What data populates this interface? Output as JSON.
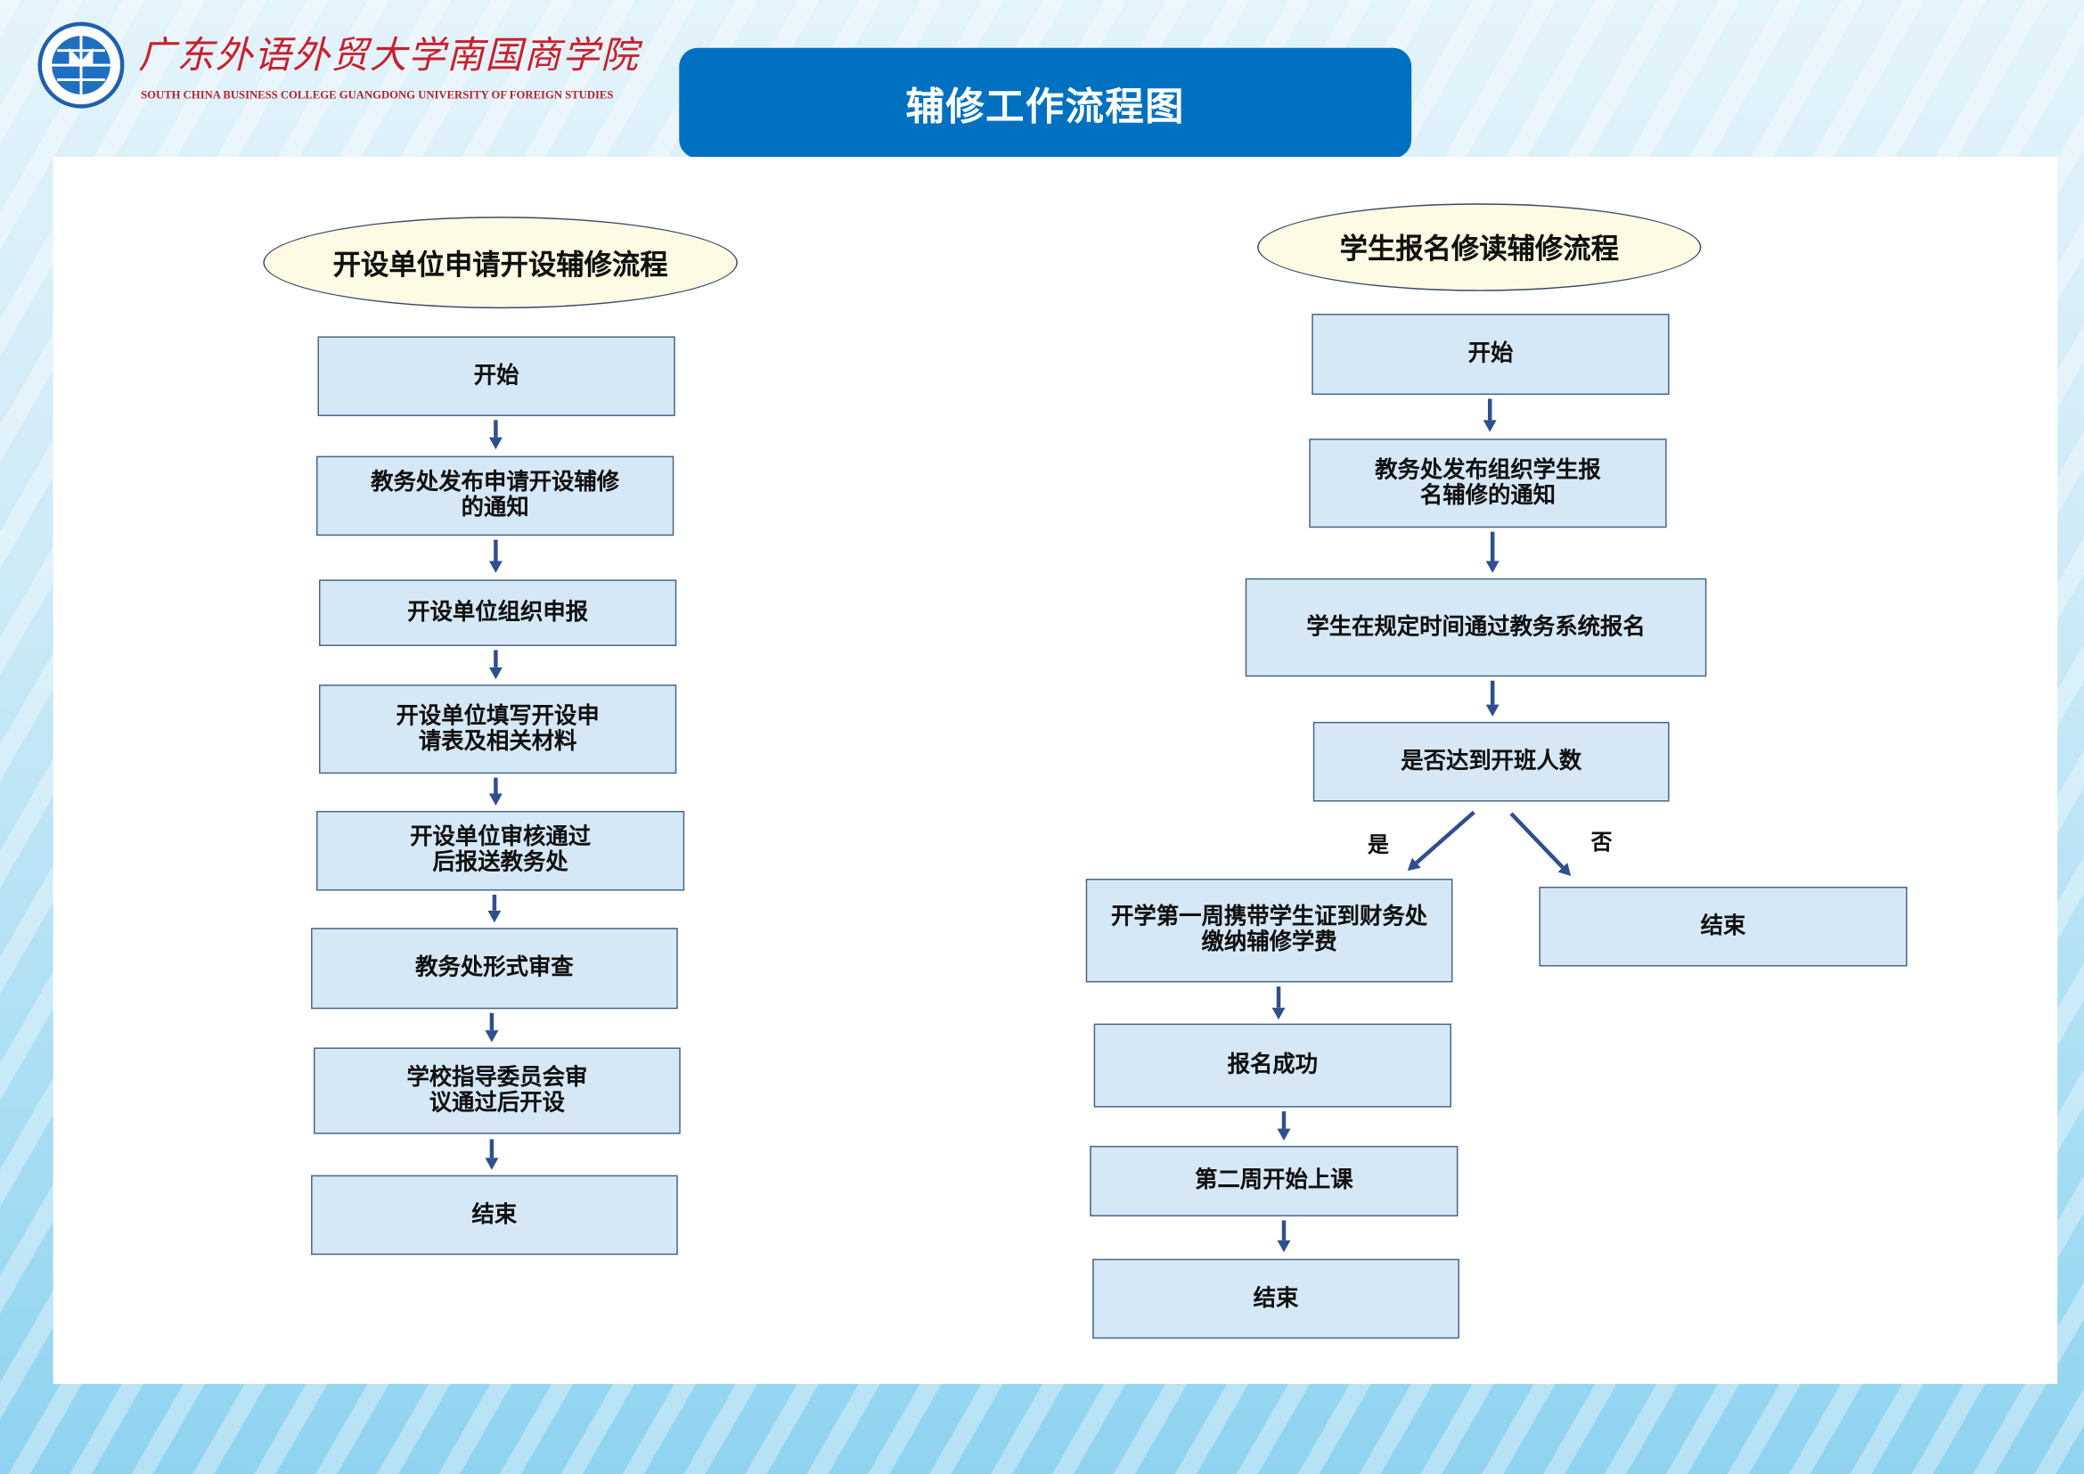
{
  "header": {
    "college_name_cn": "广东外语外贸大学南国商学院",
    "college_name_en": "SOUTH CHINA BUSINESS COLLEGE GUANGDONG UNIVERSITY OF FOREIGN STUDIES",
    "title": "辅修工作流程图"
  },
  "left_flow": {
    "title": "开设单位申请开设辅修流程",
    "steps": [
      "开始",
      "教务处发布申请开设辅修的通知",
      "开设单位组织申报",
      "开设单位填写开设申请表及相关材料",
      "开设单位审核通过后报送教务处",
      "教务处形式审查",
      "学校指导委员会审议通过后开设",
      "结束"
    ]
  },
  "right_flow": {
    "title": "学生报名修读辅修流程",
    "steps": [
      "开始",
      "教务处发布组织学生报名辅修的通知",
      "学生在规定时间通过教务系统报名",
      "是否达到开班人数"
    ],
    "yes_label": "是",
    "no_label": "否",
    "yes_steps": [
      "开学第一周携带学生证到财务处缴纳辅修学费",
      "报名成功",
      "第二周开始上课",
      "结束"
    ],
    "no_step": "结束"
  },
  "colors": {
    "title_bar": "#0070c0",
    "box_fill": "#d6e8f6",
    "oval_fill": "#fdfbe3",
    "arrow": "#2f4f8f"
  }
}
